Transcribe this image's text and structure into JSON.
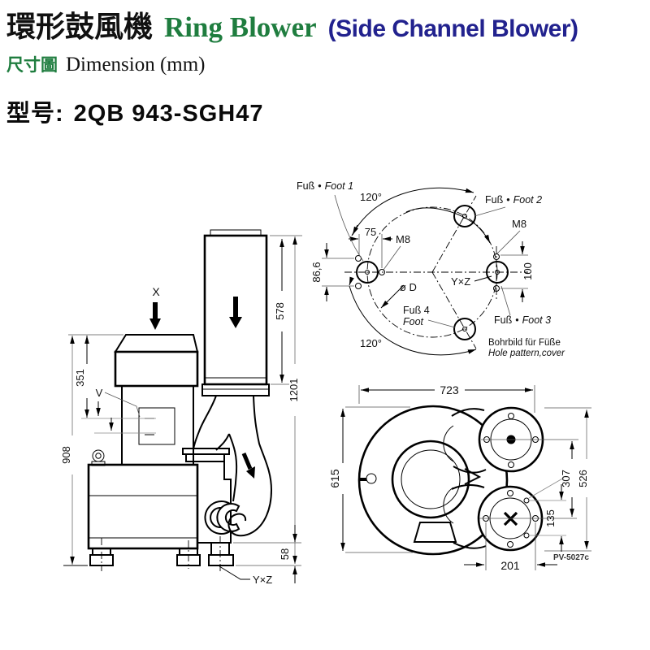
{
  "header": {
    "title_cjk": "環形鼓風機",
    "title_en": "Ring Blower",
    "title_paren": "(Side Channel Blower)",
    "subtitle_cjk": "尺寸圖",
    "subtitle_en": "Dimension (mm)",
    "model_label": "型号:",
    "model_value": "2QB 943-SGH47"
  },
  "colors": {
    "title_green": "#1f7d3f",
    "title_navy": "#22228e",
    "line_black": "#000000",
    "dim_gray": "#8a8a8a"
  },
  "side_view": {
    "inlet_label": "X",
    "motor_label": "V",
    "foot_bolt_label": "Y×Z",
    "dims": {
      "filter_height": "351",
      "body_height": "908",
      "muffler_height": "578",
      "total_height": "1201",
      "base_height": "58"
    }
  },
  "hole_pattern": {
    "bullet": "•",
    "foot1": {
      "de": "Fuß",
      "en": "Foot 1"
    },
    "foot2": {
      "de": "Fuß",
      "en": "Foot 2"
    },
    "foot3": {
      "de": "Fuß",
      "en": "Foot 3"
    },
    "foot4": {
      "de": "Fuß 4",
      "en": "Foot"
    },
    "angle_top": "120°",
    "angle_bottom": "120°",
    "d75": "75",
    "m8_left": "M8",
    "m8_right": "M8",
    "d86": "86,6",
    "d100": "100",
    "pitch_dia": "ø D",
    "bolt_label": "Y×Z",
    "caption_de": "Bohrbild für Füße",
    "caption_en": "Hole pattern,cover"
  },
  "top_view": {
    "dims": {
      "width": "723",
      "depth": "615",
      "flange_span": "526",
      "port_distance": "307",
      "hole_offset": "135",
      "hole_span": "201"
    },
    "drawing_code": "PV-5027c"
  }
}
